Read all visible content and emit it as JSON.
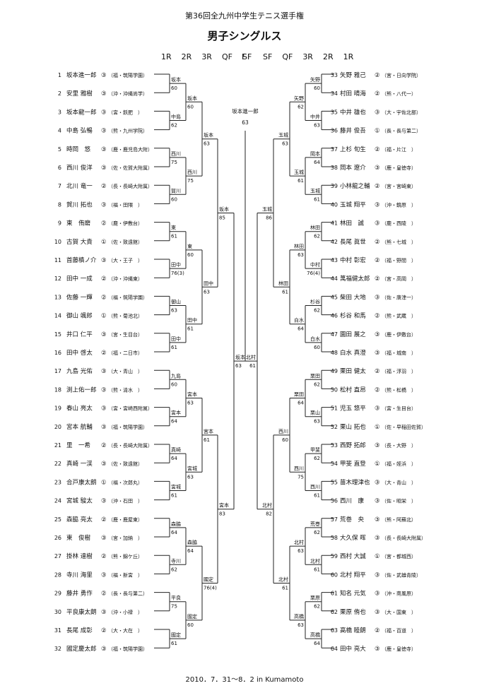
{
  "header": {
    "title": "第36回全九州中学生テニス選手権",
    "subtitle": "男子シングルス",
    "rounds_left": [
      "1R",
      "2R",
      "3R",
      "QF",
      "SF"
    ],
    "final_label": "F",
    "rounds_right": [
      "SF",
      "QF",
      "3R",
      "2R",
      "1R"
    ]
  },
  "left_players": [
    {
      "no": "1",
      "name": "坂本進一郎",
      "grade": "③",
      "school": "（福・筑陽学園）"
    },
    {
      "no": "2",
      "name": "安里 雅樹",
      "grade": "③",
      "school": "（沖・沖縄尚学）"
    },
    {
      "no": "3",
      "name": "坂本龍一郎",
      "grade": "③",
      "school": "（宮・飫肥　）"
    },
    {
      "no": "4",
      "name": "中島 弘暢",
      "grade": "③",
      "school": "（熊・九州学院）"
    },
    {
      "no": "5",
      "name": "時岡　悠",
      "grade": "③",
      "school": "（鹿・鹿児島大附）"
    },
    {
      "no": "6",
      "name": "西川 俊洋",
      "grade": "③",
      "school": "（佐・佐賀大附属）"
    },
    {
      "no": "7",
      "name": "北川 竜一",
      "grade": "②",
      "school": "（長・長崎大附属）"
    },
    {
      "no": "8",
      "name": "賀川 拓也",
      "grade": "③",
      "school": "（福・田隈　）"
    },
    {
      "no": "9",
      "name": "東　侑磨",
      "grade": "②",
      "school": "（鹿・伊敷台）"
    },
    {
      "no": "10",
      "name": "古賀 大貴",
      "grade": "①",
      "school": "（佐・致遠館）"
    },
    {
      "no": "11",
      "name": "首藤槙ノ介",
      "grade": "③",
      "school": "（大・王子　）"
    },
    {
      "no": "12",
      "name": "田中 一成",
      "grade": "②",
      "school": "（沖・沖縄東）"
    },
    {
      "no": "13",
      "name": "佐藤 一輝",
      "grade": "②",
      "school": "（福・筑陽学園）"
    },
    {
      "no": "14",
      "name": "御山 颯郎",
      "grade": "①",
      "school": "（熊・菊池北）"
    },
    {
      "no": "15",
      "name": "井口 仁平",
      "grade": "③",
      "school": "（宮・生目台）"
    },
    {
      "no": "16",
      "name": "田中 啓太",
      "grade": "②",
      "school": "（福・二日市）"
    },
    {
      "no": "17",
      "name": "九島 光佑",
      "grade": "③",
      "school": "（大・青山　）"
    },
    {
      "no": "18",
      "name": "渕上佑一郎",
      "grade": "③",
      "school": "（熊・清水　）"
    },
    {
      "no": "19",
      "name": "春山 亮太",
      "grade": "③",
      "school": "（宮・宮崎西附属）"
    },
    {
      "no": "20",
      "name": "宮本 航輔",
      "grade": "③",
      "school": "（福・筑陽学園）"
    },
    {
      "no": "21",
      "name": "里　一希",
      "grade": "②",
      "school": "（長・長崎大附属）"
    },
    {
      "no": "22",
      "name": "真崎 一渓",
      "grade": "③",
      "school": "（佐・致遠館）"
    },
    {
      "no": "23",
      "name": "合戸康太朗",
      "grade": "①",
      "school": "（福・次郎丸）"
    },
    {
      "no": "24",
      "name": "宮城 駿太",
      "grade": "③",
      "school": "（沖・石田　）"
    },
    {
      "no": "25",
      "name": "森脇 亮太",
      "grade": "②",
      "school": "（鹿・鹿屋東）"
    },
    {
      "no": "26",
      "name": "東　俊樹",
      "grade": "③",
      "school": "（宮・加納　）"
    },
    {
      "no": "27",
      "name": "掛林 達樹",
      "grade": "②",
      "school": "（熊・錦ケ丘）"
    },
    {
      "no": "28",
      "name": "寺川 海里",
      "grade": "③",
      "school": "（福・新宮　）"
    },
    {
      "no": "29",
      "name": "藤井 勇作",
      "grade": "②",
      "school": "（長・長与第二）"
    },
    {
      "no": "30",
      "name": "平良康太朗",
      "grade": "③",
      "school": "（沖・小禄　）"
    },
    {
      "no": "31",
      "name": "長尾 成彰",
      "grade": "②",
      "school": "（大・大在　）"
    },
    {
      "no": "32",
      "name": "國定慶太郎",
      "grade": "③",
      "school": "（福・筑陽学園）"
    }
  ],
  "right_players": [
    {
      "no": "33",
      "name": "矢野 雅己",
      "grade": "②",
      "school": "（宮・日向学院）"
    },
    {
      "no": "34",
      "name": "村田 晴海",
      "grade": "②",
      "school": "（熊・八代一）"
    },
    {
      "no": "35",
      "name": "中井 雄也",
      "grade": "③",
      "school": "（大・宇佐北部）"
    },
    {
      "no": "36",
      "name": "藤井 俊吾",
      "grade": "①",
      "school": "（長・長与第二）"
    },
    {
      "no": "37",
      "name": "上杉 旬生",
      "grade": "②",
      "school": "（福・片江　）"
    },
    {
      "no": "38",
      "name": "岡本 遼介",
      "grade": "③",
      "school": "（鹿・皇徳寺）"
    },
    {
      "no": "39",
      "name": "小林龍之輔",
      "grade": "②",
      "school": "（宮・宮崎東）"
    },
    {
      "no": "40",
      "name": "玉城 翔平",
      "grade": "③",
      "school": "（沖・鏡原　）"
    },
    {
      "no": "41",
      "name": "林田　誠",
      "grade": "③",
      "school": "（鹿・西陵　）"
    },
    {
      "no": "42",
      "name": "長尾 眞世",
      "grade": "②",
      "school": "（熊・七城　）"
    },
    {
      "no": "43",
      "name": "中村 彰宏",
      "grade": "②",
      "school": "（福・野間　）"
    },
    {
      "no": "44",
      "name": "萬福健太郎",
      "grade": "②",
      "school": "（宮・高岡　）"
    },
    {
      "no": "45",
      "name": "柴田 大地",
      "grade": "③",
      "school": "（佐・唐津一）"
    },
    {
      "no": "46",
      "name": "杉谷 和馬",
      "grade": "②",
      "school": "（熊・武蔵　）"
    },
    {
      "no": "47",
      "name": "園田 展之",
      "grade": "③",
      "school": "（鹿・伊敷台）"
    },
    {
      "no": "48",
      "name": "白水 真澄",
      "grade": "③",
      "school": "（福・城南　）"
    },
    {
      "no": "49",
      "name": "栗田 健太",
      "grade": "②",
      "school": "（福・浮羽　）"
    },
    {
      "no": "50",
      "name": "松村 直昂",
      "grade": "②",
      "school": "（熊・松橋　）"
    },
    {
      "no": "51",
      "name": "児玉 悠平",
      "grade": "③",
      "school": "（宮・生目台）"
    },
    {
      "no": "52",
      "name": "栗山 拓也",
      "grade": "①",
      "school": "（佐・早稲田佐賀）"
    },
    {
      "no": "53",
      "name": "西野 拓郎",
      "grade": "③",
      "school": "（長・大野　）"
    },
    {
      "no": "54",
      "name": "甲斐 直登",
      "grade": "①",
      "school": "（福・姪浜　）"
    },
    {
      "no": "55",
      "name": "苗木理津也",
      "grade": "③",
      "school": "（大・青山　）"
    },
    {
      "no": "56",
      "name": "西川　康",
      "grade": "③",
      "school": "（佐・昭栄　）"
    },
    {
      "no": "57",
      "name": "荒巻　央",
      "grade": "③",
      "school": "（熊・阿蘇北）"
    },
    {
      "no": "58",
      "name": "大久保 晖",
      "grade": "③",
      "school": "（長・長崎大附属）"
    },
    {
      "no": "59",
      "name": "西村 大誠",
      "grade": "①",
      "school": "（宮・都城西）"
    },
    {
      "no": "60",
      "name": "北村 翔平",
      "grade": "③",
      "school": "（佐・武雄青陵）"
    },
    {
      "no": "61",
      "name": "知名 元気",
      "grade": "③",
      "school": "（沖・南風原）"
    },
    {
      "no": "62",
      "name": "栗原 侑也",
      "grade": "③",
      "school": "（大・国東　）"
    },
    {
      "no": "63",
      "name": "高橋 睦朗",
      "grade": "②",
      "school": "（福・百道　）"
    },
    {
      "no": "64",
      "name": "田中 亮大",
      "grade": "③",
      "school": "（鹿・皇徳寺）"
    }
  ],
  "left_r1": [
    {
      "name": "坂本",
      "score": "60"
    },
    {
      "name": "中島",
      "score": "62"
    },
    {
      "name": "西川",
      "score": "75"
    },
    {
      "name": "賀川",
      "score": "60"
    },
    {
      "name": "東",
      "score": "61"
    },
    {
      "name": "田中",
      "score": "76(3)"
    },
    {
      "name": "御山",
      "score": "63"
    },
    {
      "name": "田中",
      "score": "61"
    },
    {
      "name": "九島",
      "score": "60"
    },
    {
      "name": "宮本",
      "score": "64"
    },
    {
      "name": "真崎",
      "score": "64"
    },
    {
      "name": "宮城",
      "score": "61"
    },
    {
      "name": "森脇",
      "score": "64"
    },
    {
      "name": "寺川",
      "score": "62"
    },
    {
      "name": "平良",
      "score": "75"
    },
    {
      "name": "國定",
      "score": "61"
    }
  ],
  "left_r2": [
    {
      "name": "坂本",
      "score": "60"
    },
    {
      "name": "西川",
      "score": "75"
    },
    {
      "name": "東",
      "score": "60"
    },
    {
      "name": "田中",
      "score": "61"
    },
    {
      "name": "宮本",
      "score": "63"
    },
    {
      "name": "宮城",
      "score": "63"
    },
    {
      "name": "森脇",
      "score": "64"
    },
    {
      "name": "國定",
      "score": "60"
    }
  ],
  "left_r3": [
    {
      "name": "坂本",
      "score": "63"
    },
    {
      "name": "田中",
      "score": "63"
    },
    {
      "name": "宮本",
      "score": "61"
    },
    {
      "name": "國定",
      "score": "76(4)"
    }
  ],
  "left_qf": [
    {
      "name": "坂本",
      "score": "85"
    },
    {
      "name": "宮本",
      "score": "83"
    }
  ],
  "left_sf": {
    "name": "坂本",
    "score": "63"
  },
  "champion": {
    "name": "坂本進一郎",
    "score": "63"
  },
  "right_sf": {
    "name": "北村",
    "score": "61"
  },
  "right_qf": [
    {
      "name": "玉城",
      "score": "86"
    },
    {
      "name": "北村",
      "score": "82"
    }
  ],
  "right_r3": [
    {
      "name": "玉城",
      "score": "63"
    },
    {
      "name": "林田",
      "score": "61"
    },
    {
      "name": "西川",
      "score": "60"
    },
    {
      "name": "北村",
      "score": "61"
    }
  ],
  "right_r2": [
    {
      "name": "矢野",
      "score": "62"
    },
    {
      "name": "玉城",
      "score": "61"
    },
    {
      "name": "林田",
      "score": "63"
    },
    {
      "name": "白水",
      "score": "64"
    },
    {
      "name": "栗田",
      "score": "64"
    },
    {
      "name": "西川",
      "score": "75"
    },
    {
      "name": "北村",
      "score": "63"
    },
    {
      "name": "高橋",
      "score": "63"
    }
  ],
  "right_r1": [
    {
      "name": "矢野",
      "score": "60"
    },
    {
      "name": "中井",
      "score": "63"
    },
    {
      "name": "岡本",
      "score": "64"
    },
    {
      "name": "玉城",
      "score": "61"
    },
    {
      "name": "林田",
      "score": "62"
    },
    {
      "name": "中村",
      "score": "76(4)"
    },
    {
      "name": "杉谷",
      "score": "62"
    },
    {
      "name": "白水",
      "score": "60"
    },
    {
      "name": "栗田",
      "score": "62"
    },
    {
      "name": "栗山",
      "score": "63"
    },
    {
      "name": "甲斐",
      "score": "62"
    },
    {
      "name": "西川",
      "score": "61"
    },
    {
      "name": "荒巻",
      "score": "62"
    },
    {
      "name": "北村",
      "score": "61"
    },
    {
      "name": "栗原",
      "score": "62"
    },
    {
      "name": "高橋",
      "score": "64"
    }
  ],
  "footer": "2010．7．31～8．2 in Kumamoto"
}
